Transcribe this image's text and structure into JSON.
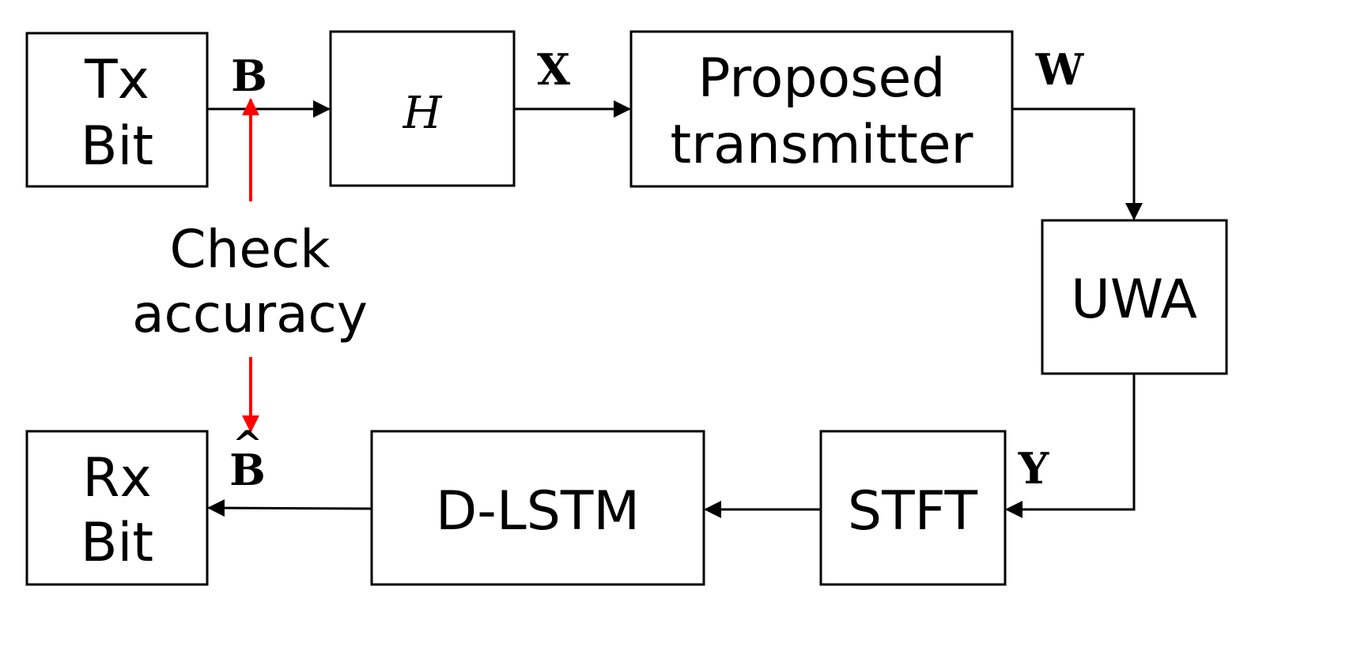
{
  "blocks": {
    "tx_bit": [
      "Tx",
      "Bit"
    ],
    "h": "H",
    "proposed_transmitter": [
      "Proposed",
      "transmitter"
    ],
    "uwa": "UWA",
    "stft": "STFT",
    "d_lstm": "D-LSTM",
    "rx_bit": [
      "Rx",
      "Bit"
    ]
  },
  "signals": {
    "b": "B",
    "x": "X",
    "w": "W",
    "y": "Y",
    "b_hat": "B",
    "b_hat_accent": "^"
  },
  "check": [
    "Check",
    "accuracy"
  ],
  "colors": {
    "line": "#000000",
    "check_arrow": "#ff0000",
    "box_fill": "#ffffff"
  }
}
